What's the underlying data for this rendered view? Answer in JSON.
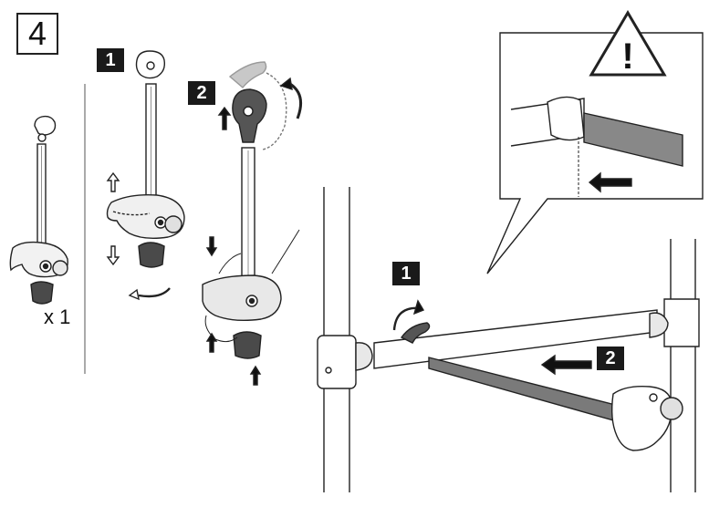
{
  "step": {
    "number": "4"
  },
  "panel_a": {
    "quantity": "x 1"
  },
  "panel_b": {
    "badge_1": "1",
    "badge_2": "2"
  },
  "panel_c": {
    "badge_1": "1",
    "badge_2": "2"
  },
  "warning": {
    "symbol": "!"
  }
}
